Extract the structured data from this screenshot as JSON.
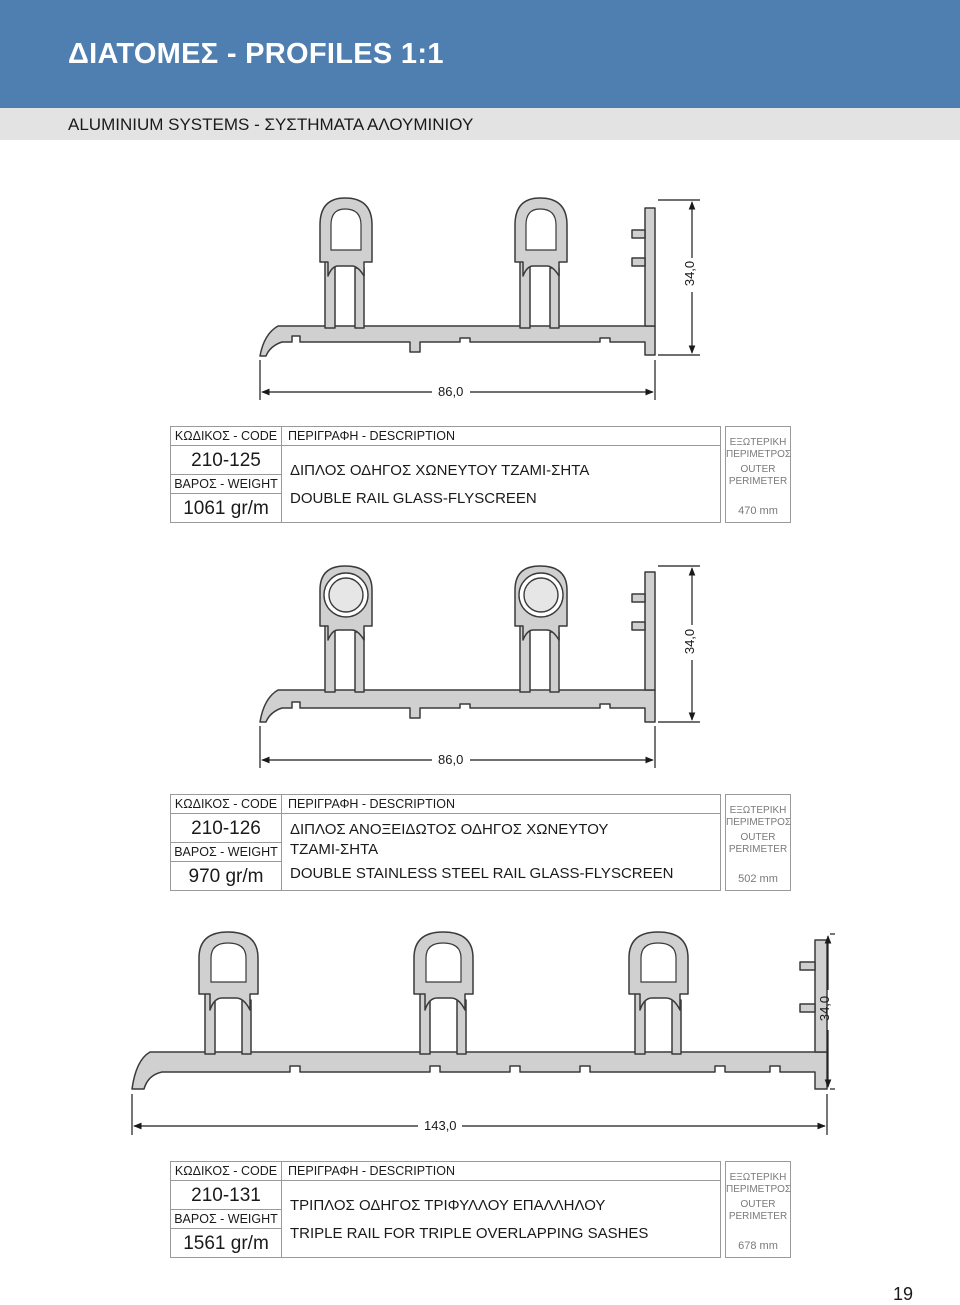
{
  "header": {
    "title": "ΔΙΑΤΟΜΕΣ - PROFILES 1:1",
    "subtitle": "ALUMINIUM SYSTEMS - ΣΥΣΤΗΜΑΤΑ ΑΛΟΥΜΙΝΙΟΥ"
  },
  "labels": {
    "code": "ΚΩΔΙΚΟΣ - CODE",
    "weight": "ΒΑΡΟΣ - WEIGHT",
    "description": "ΠΕΡΙΓΡΑΦΗ - DESCRIPTION",
    "perimeter_gr_1": "ΕΞΩΤΕΡΙΚΗ",
    "perimeter_gr_2": "ΠΕΡΙΜΕΤΡΟΣ",
    "perimeter_en_1": "OUTER",
    "perimeter_en_2": "PERIMETER"
  },
  "profiles": [
    {
      "code": "210-125",
      "weight": "1061 gr/m",
      "desc_line1": "ΔΙΠΛΟΣ ΟΔΗΓΟΣ ΧΩΝΕΥΤΟΥ ΤΖΑΜΙ-ΣΗΤΑ",
      "desc_line2": "DOUBLE RAIL GLASS-FLYSCREEN",
      "desc_line3": "",
      "perimeter": "470 mm",
      "width_dim": "86,0",
      "height_dim": "34,0"
    },
    {
      "code": "210-126",
      "weight": "970 gr/m",
      "desc_line1": "ΔΙΠΛΟΣ ΑΝΟΞΕΙΔΩΤΟΣ ΟΔΗΓΟΣ ΧΩΝΕΥΤΟΥ",
      "desc_line2": "ΤΖΑΜΙ-ΣΗΤΑ",
      "desc_line3": "DOUBLE STAINLESS STEEL RAIL GLASS-FLYSCREEN",
      "perimeter": "502 mm",
      "width_dim": "86,0",
      "height_dim": "34,0"
    },
    {
      "code": "210-131",
      "weight": "1561 gr/m",
      "desc_line1": "ΤΡΙΠΛΟΣ ΟΔΗΓΟΣ ΤΡΙΦΥΛΛΟΥ ΕΠΑΛΛΗΛΟΥ",
      "desc_line2": "TRIPLE RAIL FOR TRIPLE OVERLAPPING SASHES",
      "desc_line3": "",
      "perimeter": "678 mm",
      "width_dim": "143,0",
      "height_dim": "34,0"
    }
  ],
  "page_number": "19",
  "colors": {
    "header_blue": "#4f7fb1",
    "subheader_gray": "#e3e3e3",
    "profile_fill": "#d0d0d0",
    "profile_stroke": "#3a3a3a"
  }
}
